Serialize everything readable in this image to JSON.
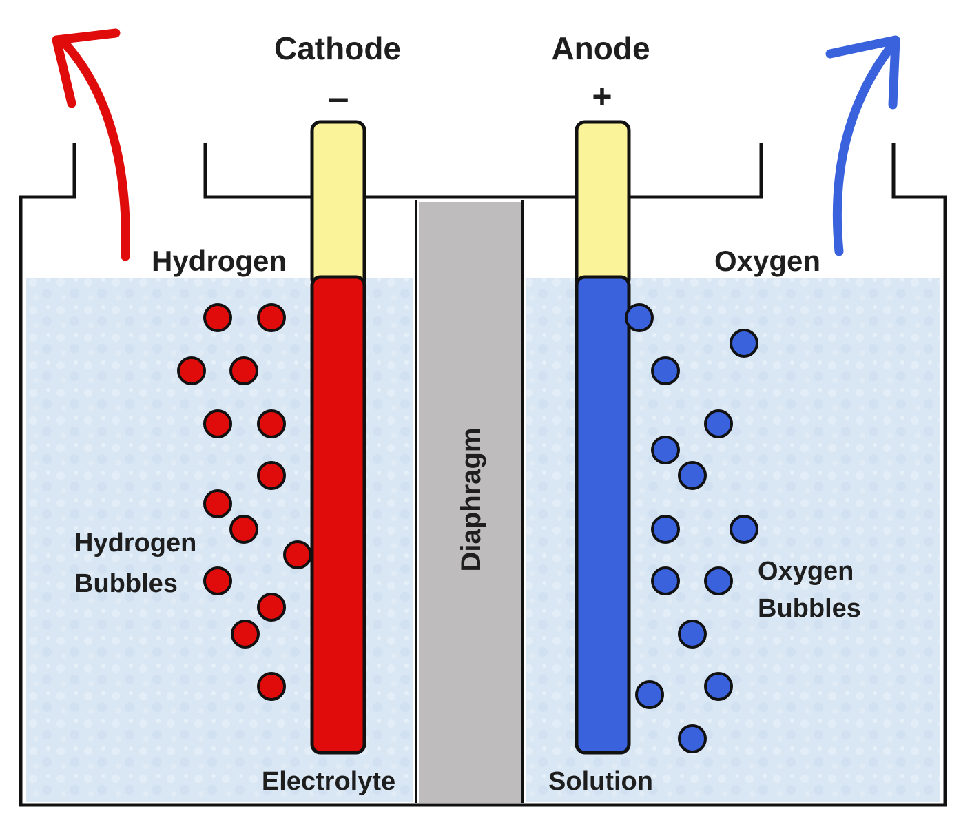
{
  "labels": {
    "cathode": "Cathode",
    "anode": "Anode",
    "cathode_sign": "–",
    "anode_sign": "+",
    "hydrogen": "Hydrogen",
    "oxygen": "Oxygen",
    "hydrogen_bubbles_line1": "Hydrogen",
    "hydrogen_bubbles_line2": "Bubbles",
    "oxygen_bubbles_line1": "Oxygen",
    "oxygen_bubbles_line2": "Bubbles",
    "diaphragm": "Diaphragm",
    "electrolyte": "Electrolyte",
    "solution": "Solution"
  },
  "colors": {
    "hydrogen": "#e00b0b",
    "oxygen": "#3a62dc",
    "terminal": "#fbf39a",
    "diaphragm": "#bfbcbe",
    "electrolyte": "#d8e6f3",
    "outline": "#111111"
  },
  "icons": {
    "hydrogen_flow": "curved-arrow-up-left-icon",
    "oxygen_flow": "curved-arrow-up-right-icon"
  },
  "bubble_counts": {
    "hydrogen": 15,
    "oxygen": 15
  }
}
